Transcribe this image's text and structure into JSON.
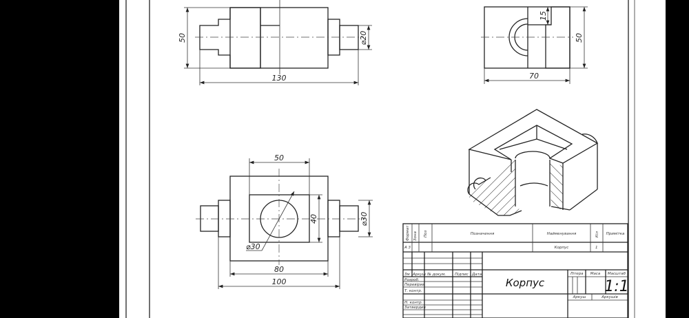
{
  "drawing": {
    "views": {
      "front_section": {
        "dim_height": "50",
        "dim_length": "130",
        "dim_shaft": "⌀20"
      },
      "side_section": {
        "dim_height": "50",
        "dim_width": "70",
        "dim_wall": "15"
      },
      "top_view": {
        "dim_pocket_width": "50",
        "dim_pocket_depth": "40",
        "dim_hole": "⌀30",
        "dim_shaft": "⌀30",
        "dim_body": "80",
        "dim_overall": "100"
      }
    },
    "title_block": {
      "spec_headers": [
        "Формат",
        "Зона",
        "Поз",
        "Позначення",
        "Найменування",
        "Кіл",
        "Примітка"
      ],
      "spec_row": {
        "format": "А 3",
        "name": "Корпус",
        "qty": "1"
      },
      "change_headers": [
        "Зм",
        "Аркуш",
        "№ докум.",
        "Підпис",
        "Дата"
      ],
      "roles": [
        "Розроб.",
        "Перевірив",
        "Т. контр.",
        "Н. контр.",
        "Затвердив"
      ],
      "part_title": "Корпус",
      "litera_label": "Літера",
      "mass_label": "Маса",
      "scale_label": "Масштаб",
      "scale_value": "1:1",
      "sheet_label": "Аркуш",
      "sheets_label": "Аркушів"
    }
  }
}
